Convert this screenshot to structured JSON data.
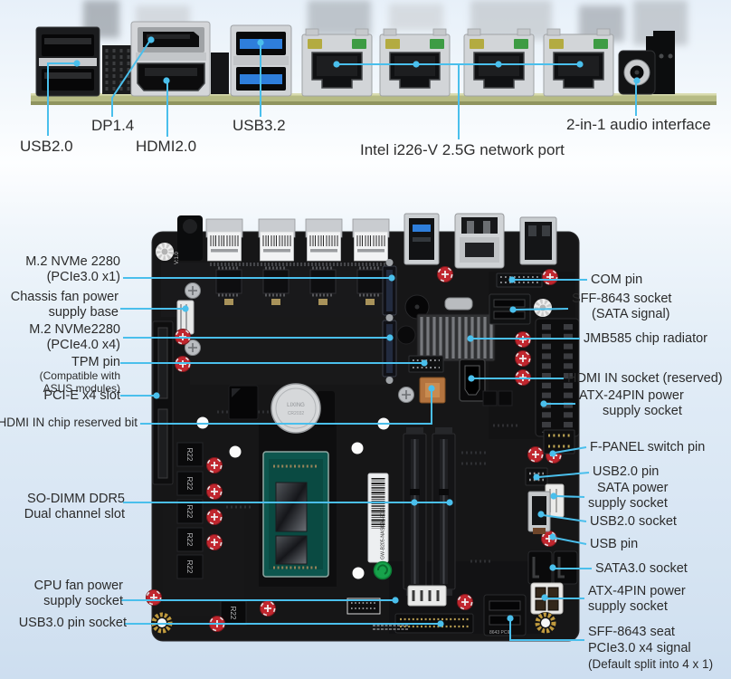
{
  "colors": {
    "background_top": "#e7f0f9",
    "background_bottom": "#cddef0",
    "leader_line": "#4abfec",
    "label_text": "#2b2b2b",
    "pcb_edge_green": "#b6bb84",
    "board_black": "#161617",
    "capacitor_red": "#c0262e",
    "cpu_substrate_teal": "#0d564e",
    "usb3_blue": "#2e7edb",
    "sticker_green": "#17a24b",
    "led_yellow": "#b3ab41",
    "led_green": "#3e9c44"
  },
  "top_panel": {
    "labels": {
      "usb2": "USB2.0",
      "dp": "DP1.4",
      "hdmi": "HDMI2.0",
      "usb3": "USB3.2",
      "lan": "Intel i226-V 2.5G network port",
      "audio": "2-in-1 audio interface"
    }
  },
  "board": {
    "left_labels": [
      {
        "lines": [
          "M.2 NVMe 2280",
          "(PCIe3.0 x1)"
        ]
      },
      {
        "lines": [
          "Chassis fan power",
          "supply base"
        ]
      },
      {
        "lines": [
          "M.2 NVMe2280",
          "(PCIe4.0 x4)"
        ]
      },
      {
        "lines": [
          "TPM pin"
        ],
        "sublines": [
          "(Compatible with",
          "ASUS modules)"
        ]
      },
      {
        "lines": [
          "PCI-E x4 slot"
        ]
      },
      {
        "lines": [
          "HDMI IN chip reserved bit"
        ]
      },
      {
        "lines": [
          "SO-DIMM DDR5",
          "Dual channel slot"
        ]
      },
      {
        "lines": [
          "CPU fan power",
          "supply socket"
        ]
      },
      {
        "lines": [
          "USB3.0 pin socket"
        ]
      }
    ],
    "right_labels": [
      {
        "lines": [
          "COM pin"
        ]
      },
      {
        "lines": [
          "SFF-8643 socket",
          "(SATA signal)"
        ]
      },
      {
        "lines": [
          "JMB585 chip radiator"
        ]
      },
      {
        "lines": [
          "HDMI IN socket (reserved)"
        ]
      },
      {
        "lines": [
          "ATX-24PIN power",
          "supply socket"
        ]
      },
      {
        "lines": [
          "F-PANEL switch pin"
        ]
      },
      {
        "lines": [
          "USB2.0 pin"
        ]
      },
      {
        "lines": [
          "SATA power",
          "supply socket"
        ]
      },
      {
        "lines": [
          "USB2.0 socket"
        ]
      },
      {
        "lines": [
          "USB pin"
        ]
      },
      {
        "lines": [
          "SATA3.0 socket"
        ]
      },
      {
        "lines": [
          "ATX-4PIN power",
          "supply socket"
        ]
      },
      {
        "lines": [
          "SFF-8643 seat",
          "PCIe3.0 x4 signal",
          "(Default split into 4 x 1)"
        ]
      }
    ],
    "silkscreen": {
      "version": "V:1.0",
      "serial": "GW-B205-NASK24-6033",
      "inductor": "R22",
      "sff_port": "8643 PCIE",
      "battery_brand": "LIXING",
      "battery_model": "CR2032"
    }
  }
}
